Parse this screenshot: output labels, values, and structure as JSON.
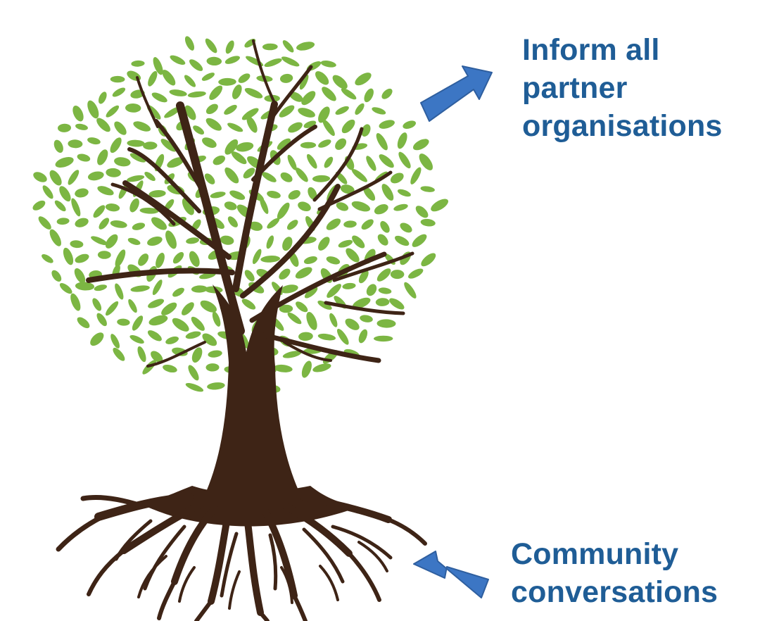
{
  "colors": {
    "leaf": "#7cb643",
    "trunk": "#3e2416",
    "arrow": "#3c76c4",
    "arrow_shade": "#2f5f9f",
    "text": "#1f5d96"
  },
  "labels": {
    "top": {
      "line1": "Inform all",
      "line2": "partner",
      "line3": "organisations"
    },
    "bottom": {
      "line1": "Community",
      "line2": "conversations"
    }
  },
  "icons": {
    "tree": "tree-icon",
    "roots": "roots-icon",
    "arrow_up": "arrow-up-right-icon",
    "arrow_left": "arrow-left-icon"
  }
}
